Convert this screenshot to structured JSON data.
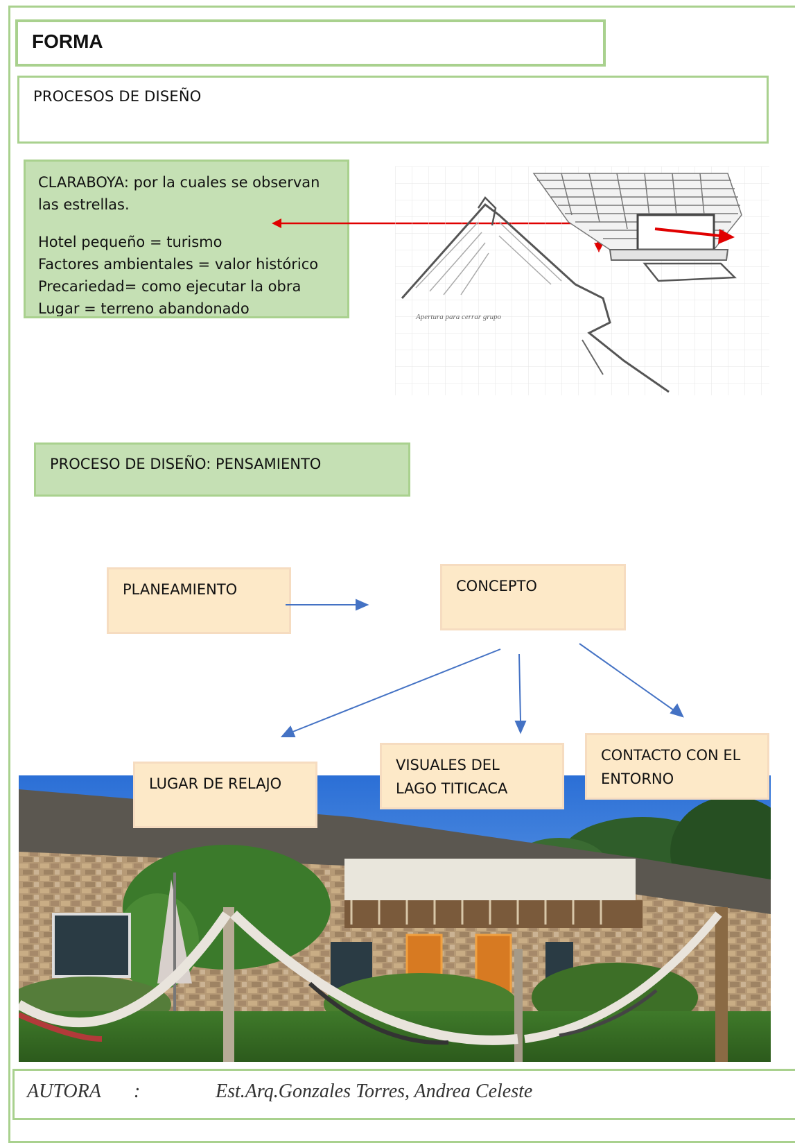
{
  "header": {
    "title": "FORMA"
  },
  "subtitle": "PROCESOS DE DISEÑO",
  "claraboya": {
    "lines": [
      "CLARABOYA: por la cuales se observan",
      "las estrellas.",
      "Hotel pequeño = turismo",
      "Factores ambientales = valor histórico",
      "Precariedad= como ejecutar la obra",
      "Lugar = terreno abandonado"
    ]
  },
  "sketch": {
    "caption": "Apertura para cerrar grupo"
  },
  "thinking": {
    "title": "PROCESO DE DISEÑO: PENSAMIENTO"
  },
  "flow": {
    "planeamiento": "PLANEAMIENTO",
    "concepto": "CONCEPTO",
    "lugar": "LUGAR DE RELAJO",
    "visuales": [
      "VISUALES DEL",
      "LAGO TITICACA"
    ],
    "contacto": [
      "CONTACTO CON EL",
      "ENTORNO"
    ]
  },
  "colors": {
    "frame_green": "#a9d18e",
    "box_green": "#c5e0b4",
    "box_peach": "#fde9c8",
    "arrow_blue": "#4472c4",
    "arrow_red": "#e00000"
  },
  "footer": {
    "label": "AUTORA",
    "sep": ":",
    "author": "Est.Arq.Gonzales Torres, Andrea Celeste"
  }
}
